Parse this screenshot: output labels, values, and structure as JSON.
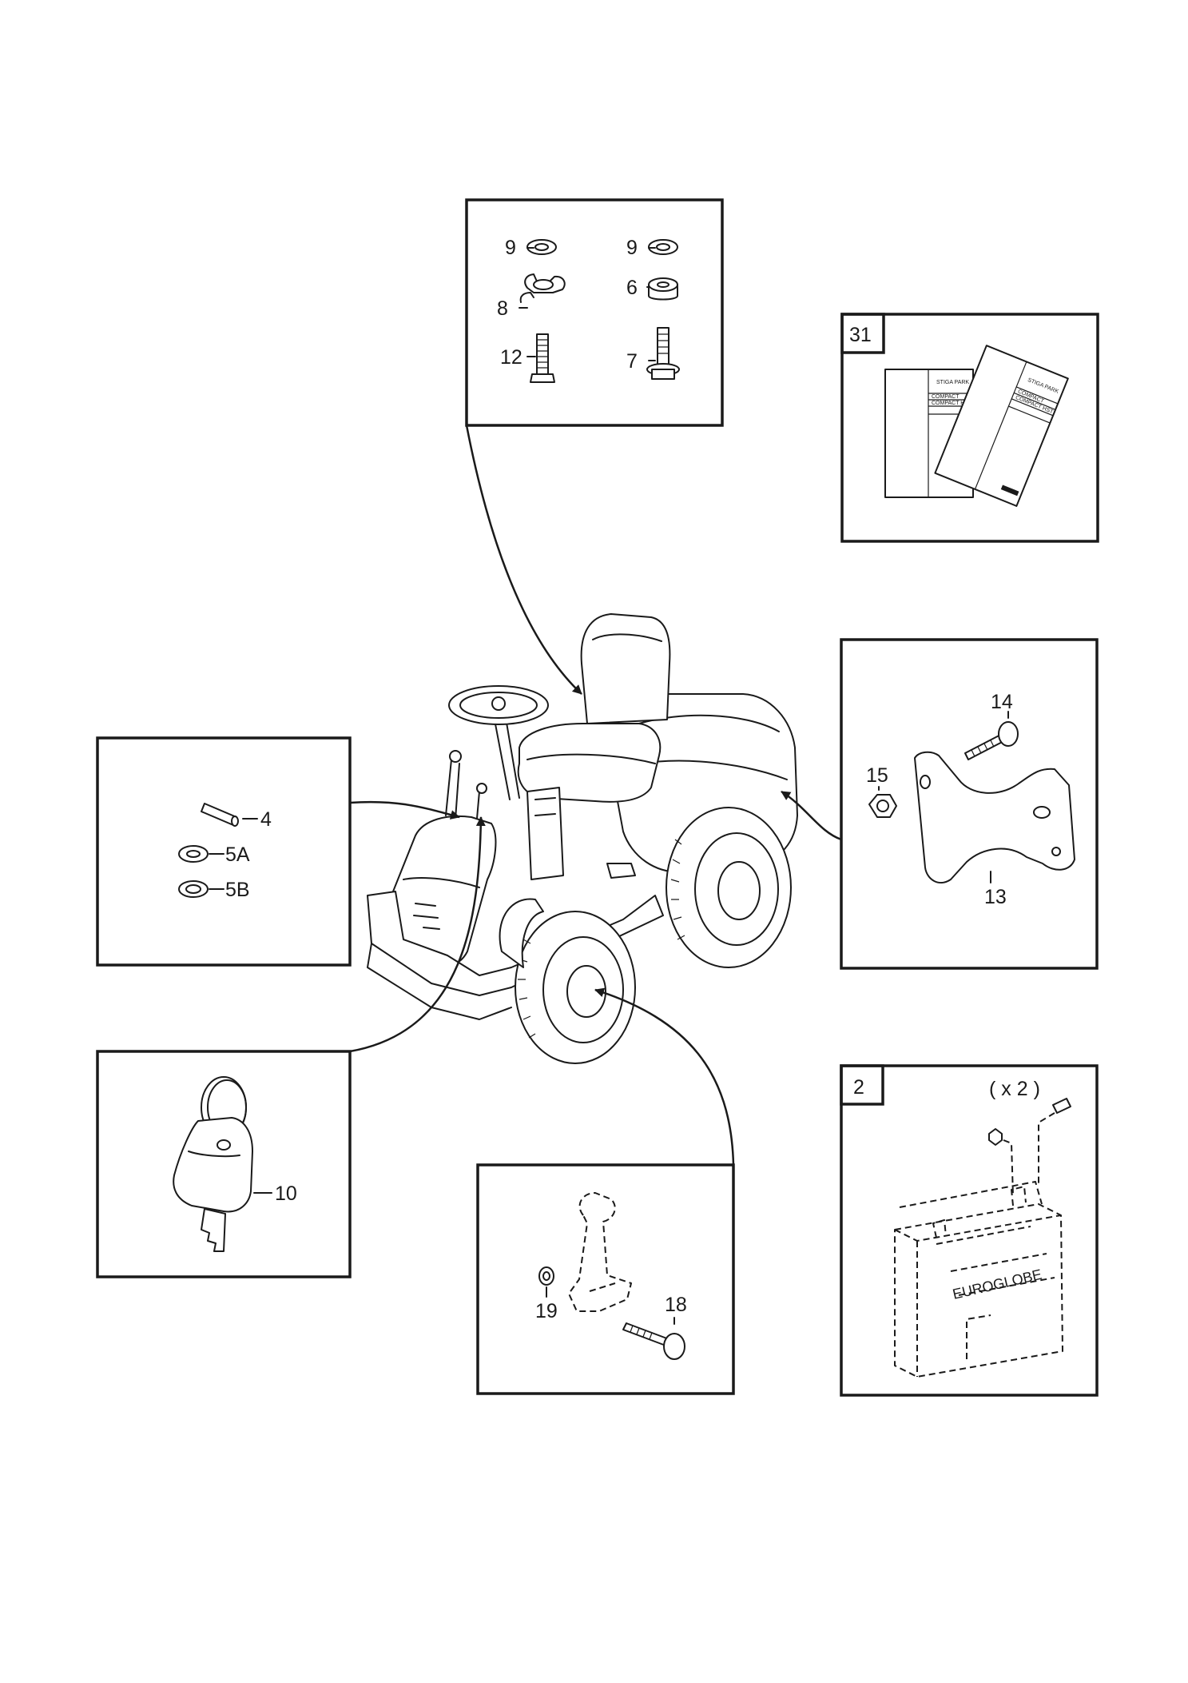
{
  "callouts": {
    "top": {
      "n9a": "9",
      "n8": "8",
      "n12": "12",
      "n9b": "9",
      "n6": "6",
      "n7": "7"
    },
    "manual": {
      "box_number": "31",
      "title_a": "STIGA PARK",
      "line_a1": "COMPACT",
      "line_a2": "COMPACT HST",
      "title_b": "STIGA PARK",
      "line_b1": "COMPACT",
      "line_b2": "COMPACT HST"
    },
    "pin": {
      "n4": "4",
      "n5a": "5A",
      "n5b": "5B"
    },
    "bracket": {
      "n14": "14",
      "n15": "15",
      "n13": "13"
    },
    "key": {
      "n10": "10"
    },
    "pedal": {
      "n19": "19",
      "n18": "18"
    },
    "battery": {
      "box_number": "2",
      "qty": "( x 2 )",
      "brand": "EUROGLOBE"
    }
  }
}
